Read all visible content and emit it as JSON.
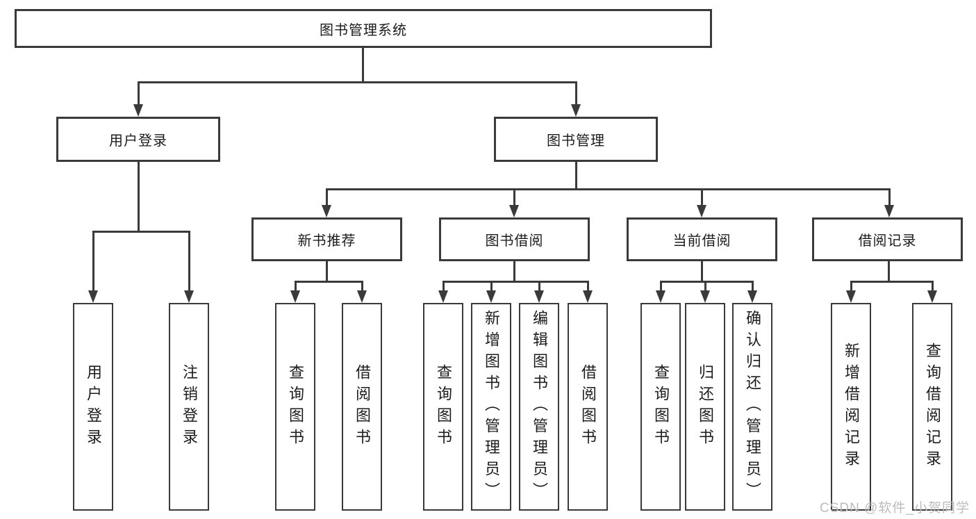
{
  "diagram": {
    "root": "图书管理系统",
    "level2": [
      "用户登录",
      "图书管理"
    ],
    "level3": [
      "新书推荐",
      "图书借阅",
      "当前借阅",
      "借阅记录"
    ],
    "leaves": [
      "用户登录",
      "注销登录",
      "查询图书",
      "借阅图书",
      "查询图书",
      "新增图书（管理员）",
      "编辑图书（管理员）",
      "借阅图书",
      "查询图书",
      "归还图书",
      "确认归还（管理员）",
      "新增借阅记录",
      "查询借阅记录"
    ],
    "watermark": "CSDN @软件_小贺同学",
    "colors": {
      "line": "#3a3a3a",
      "text": "#1c1c1c",
      "watermark": "#bcbcbc",
      "background": "#ffffff"
    }
  }
}
